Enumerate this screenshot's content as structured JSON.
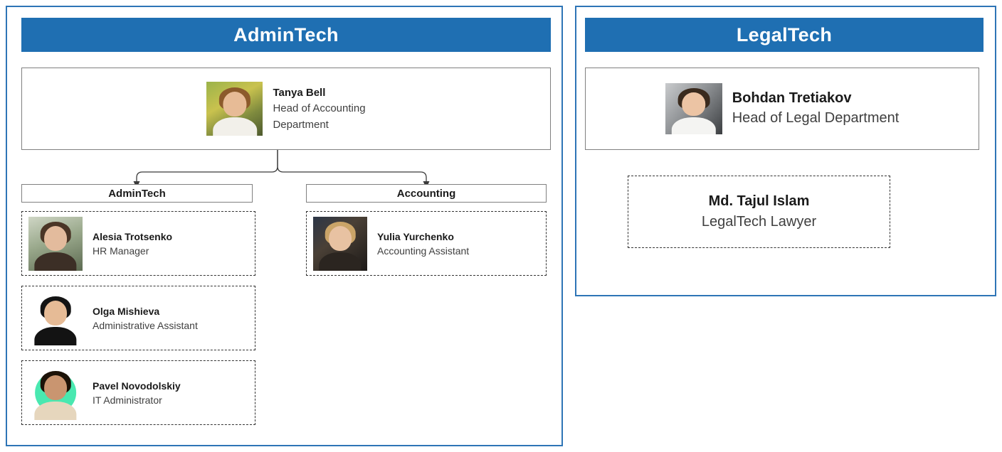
{
  "org_chart": {
    "panels": [
      {
        "key": "admintech",
        "title": "AdminTech",
        "accent_color": "#1F6FB2",
        "head": {
          "name": "Tanya Bell",
          "title_line1": "Head of Accounting",
          "title_line2": "Department",
          "photo": "tanya-bell-photo"
        },
        "departments": [
          {
            "key": "admintech",
            "label": "AdminTech",
            "staff": [
              {
                "name": "Alesia Trotsenko",
                "title": "HR Manager",
                "photo": "alesia-trotsenko-photo"
              },
              {
                "name": "Olga Mishieva",
                "title": "Administrative Assistant",
                "photo": "olga-mishieva-photo"
              },
              {
                "name": "Pavel Novodolskiy",
                "title": "IT Administrator",
                "photo": "pavel-novodolskiy-photo"
              }
            ]
          },
          {
            "key": "accounting",
            "label": "Accounting",
            "staff": [
              {
                "name": "Yulia Yurchenko",
                "title": "Accounting Assistant",
                "photo": "yulia-yurchenko-photo"
              }
            ]
          }
        ]
      },
      {
        "key": "legaltech",
        "title": "LegalTech",
        "accent_color": "#1F6FB2",
        "head": {
          "name": "Bohdan Tretiakov",
          "title_line1": "Head of Legal Department",
          "photo": "bohdan-tretiakov-photo"
        },
        "staff": [
          {
            "name": "Md. Tajul Islam",
            "title": "LegalTech Lawyer"
          }
        ]
      }
    ]
  }
}
